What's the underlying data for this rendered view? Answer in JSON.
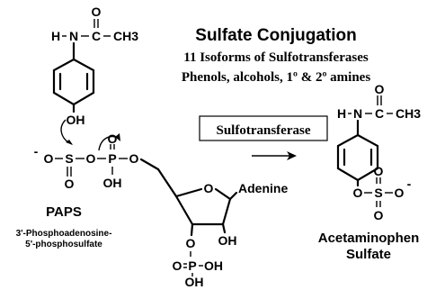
{
  "title": "Sulfate Conjugation",
  "subtitle_1": "11 Isoforms of Sulfotransferases",
  "subtitle_2": "Phenols, alcohols, 1º & 2º amines",
  "enzyme": "Sulfotransferase",
  "left": {
    "amide_h": "H",
    "amide_n": "N",
    "amide_c1": "C",
    "amide_ch3": "CH3",
    "amide_o": "O",
    "phenol_oh": "OH",
    "charge_minus": "-",
    "o_ester": "O",
    "s": "S",
    "s_o_bottom": "O",
    "o_bridge": "O",
    "p": "P",
    "p_o_top": "O",
    "p_oh": "OH",
    "o_link": "O",
    "ring_o": "O",
    "adenine": "Adenine",
    "ring_oh": "OH",
    "ring_o_sub": "O",
    "p2_o_left": "O",
    "p2": "P",
    "p2_oh_right": "OH",
    "p2_oh_bottom": "OH",
    "paps": "PAPS",
    "paps_full_1": "3'-Phosphoadenosine-",
    "paps_full_2": "5'-phosphosulfate"
  },
  "right": {
    "amide_h": "H",
    "amide_n": "N",
    "amide_c1": "C",
    "amide_ch3": "CH3",
    "amide_o": "O",
    "o_ester": "O",
    "s": "S",
    "s_o_top": "O",
    "s_o_right": "O",
    "s_o_bottom": "O",
    "charge_minus": "-",
    "name_1": "Acetaminophen",
    "name_2": "Sulfate"
  }
}
